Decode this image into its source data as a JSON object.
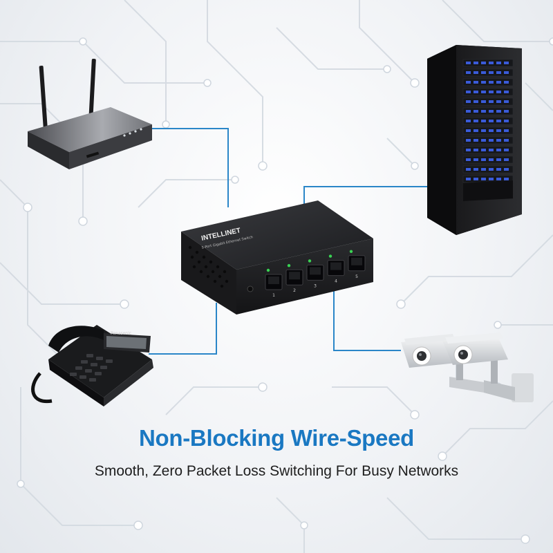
{
  "headline": "Non-Blocking Wire-Speed",
  "subline": "Smooth, Zero Packet Loss Switching For Busy Networks",
  "switch": {
    "brand": "INTELLINET",
    "model": "5-Port Gigabit Ethernet Switch",
    "port_labels": [
      "1",
      "2",
      "3",
      "4",
      "5"
    ]
  },
  "phone": {
    "brand": "Panasonic"
  },
  "colors": {
    "headline": "#1a78c2",
    "connection_line": "#2a86c8",
    "device_body": "#1c1c1e",
    "port_led": "#39d353",
    "server_drive": "#3a5bd9"
  },
  "icons": [
    "router-icon",
    "server-rack-icon",
    "network-switch-icon",
    "desk-phone-icon",
    "security-camera-icon"
  ]
}
